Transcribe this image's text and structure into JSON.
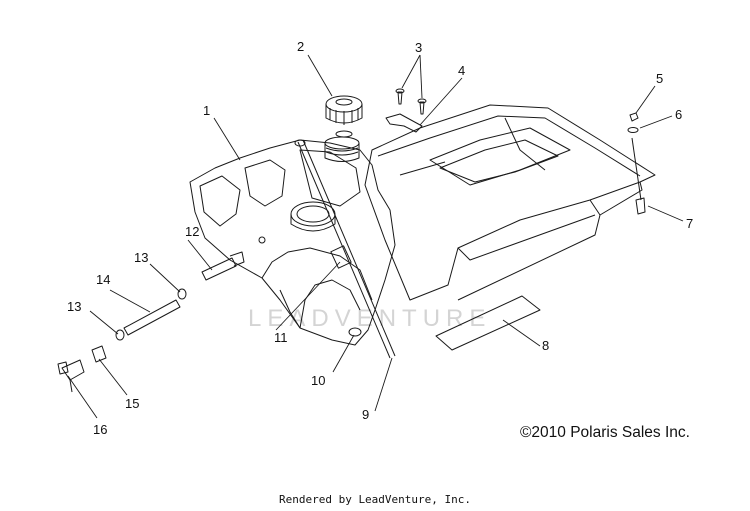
{
  "callouts": [
    "1",
    "2",
    "3",
    "4",
    "5",
    "6",
    "7",
    "8",
    "9",
    "10",
    "11",
    "12",
    "13",
    "13",
    "14",
    "15",
    "16"
  ],
  "watermark": "LEADVENTURE",
  "copyright": "©2010 Polaris Sales Inc.",
  "footer": "Rendered by LeadVenture, Inc.",
  "colors": {
    "line": "#1a1a1a",
    "watermark": "#d4d4d4"
  }
}
